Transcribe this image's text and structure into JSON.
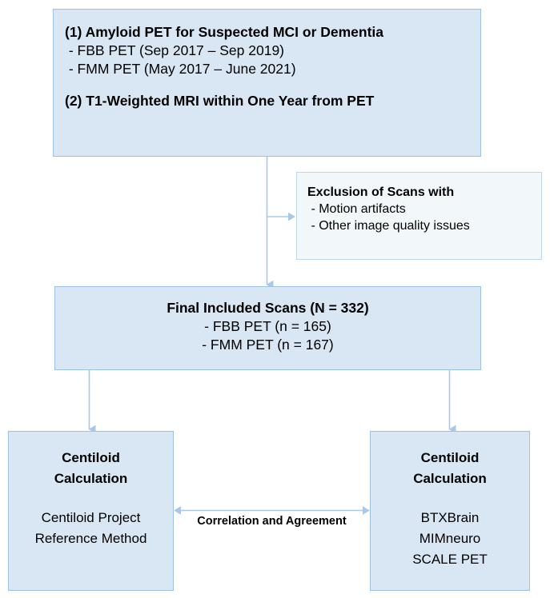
{
  "diagram": {
    "type": "flowchart",
    "title": "Amyloid PET Centiloid study participant selection flowchart",
    "colors": {
      "box_fill": "#d9e7f5",
      "box_border": "#9cc2e5",
      "light_box_fill": "#f2f7fa",
      "light_box_border": "#bcd6ee",
      "arrow": "#a8c8e8",
      "text": "#000000"
    },
    "nodes": {
      "criteria": {
        "name": "inclusion-criteria",
        "lines": [
          {
            "text": "(1) Amyloid PET for Suspected MCI or Dementia",
            "bold": true
          },
          {
            "text": " - FBB PET (Sep 2017 – Sep 2019)",
            "bold": false
          },
          {
            "text": " - FMM PET (May 2017 – June 2021)",
            "bold": false
          },
          {
            "text": "(2) T1-Weighted MRI within One Year from PET",
            "bold": true
          }
        ]
      },
      "exclusion": {
        "name": "exclusion-criteria",
        "lines": [
          {
            "text": "Exclusion of Scans with",
            "bold": true
          },
          {
            "text": " - Motion artifacts",
            "bold": false
          },
          {
            "text": " - Other image quality issues",
            "bold": false
          }
        ]
      },
      "final": {
        "name": "final-included-scans",
        "lines": [
          {
            "text": "Final Included Scans (N = 332)",
            "bold": true
          },
          {
            "text": "- FBB PET (n = 165)",
            "bold": false
          },
          {
            "text": "- FMM PET (n = 167)",
            "bold": false
          }
        ]
      },
      "reference_method": {
        "name": "centiloid-reference-method",
        "heading": [
          "Centiloid",
          "Calculation"
        ],
        "items": [
          "Centiloid Project",
          "Reference Method"
        ]
      },
      "software_tools": {
        "name": "centiloid-software-tools",
        "heading": [
          "Centiloid",
          "Calculation"
        ],
        "items": [
          "BTXBrain",
          "MIMneuro",
          "SCALE PET"
        ]
      }
    },
    "connector_label": "Correlation and Agreement"
  }
}
